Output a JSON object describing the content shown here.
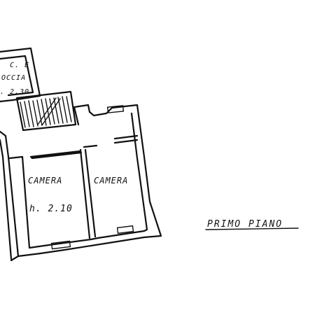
{
  "plan": {
    "title": "PRIMO  PIANO",
    "rooms": {
      "bath_line1": "C. E",
      "bath_line2": "OCCIA",
      "bath_height": ". 2.30",
      "bedroom_left": "CAMERA",
      "bedroom_left_height": "h. 2.10",
      "bedroom_right": "CAMERA"
    }
  },
  "colors": {
    "ink": "#111111",
    "paper": "#ffffff"
  }
}
